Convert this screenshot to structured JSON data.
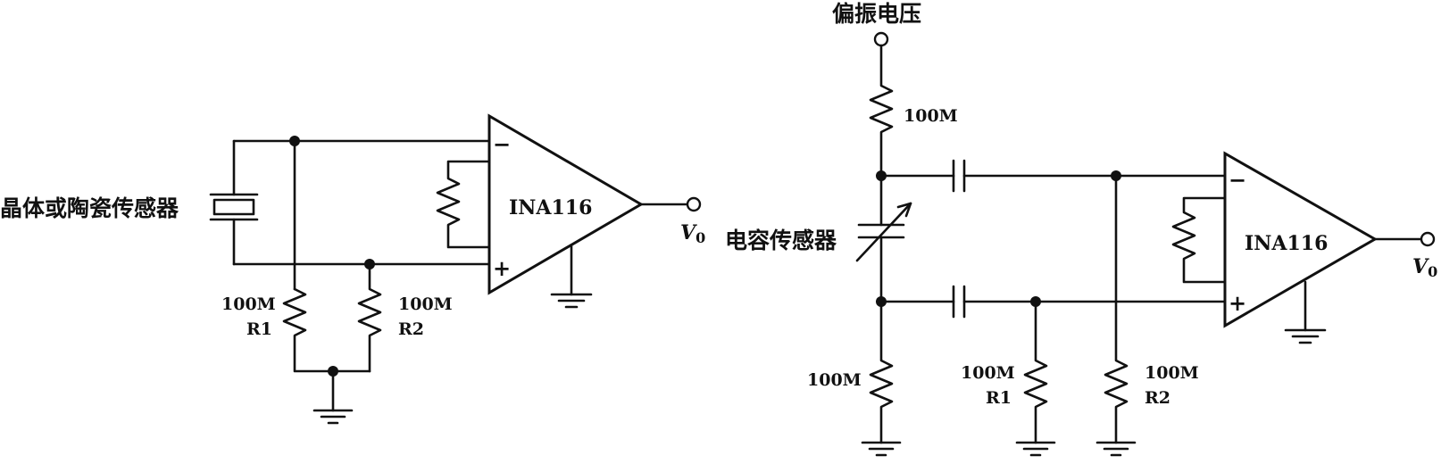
{
  "left_circuit": {
    "sensor_label": "晶体或陶瓷传感器",
    "amp_label": "INA116",
    "minus_sign": "−",
    "plus_sign": "+",
    "r1_value": "100M",
    "r1_name": "R1",
    "r2_value": "100M",
    "r2_name": "R2",
    "output_label": "V",
    "output_sub": "0"
  },
  "right_circuit": {
    "bias_label": "偏振电压",
    "bias_resistor": "100M",
    "sensor_label": "电容传感器",
    "bottom_resistor": "100M",
    "amp_label": "INA116",
    "minus_sign": "−",
    "plus_sign": "+",
    "r1_value": "100M",
    "r1_name": "R1",
    "r2_value": "100M",
    "r2_name": "R2",
    "output_label": "V",
    "output_sub": "0"
  }
}
